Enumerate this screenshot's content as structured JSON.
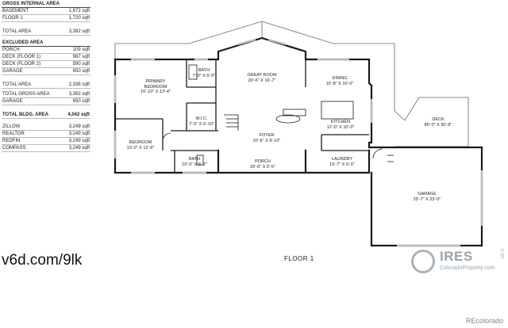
{
  "area_summary": {
    "gross_internal": {
      "heading": "GROSS INTERNAL AREA",
      "rows": [
        {
          "label": "BASEMENT",
          "value": "1,672 sqft"
        },
        {
          "label": "FLOOR 1",
          "value": "1,720 sqft"
        }
      ],
      "total": {
        "label": "TOTAL AREA",
        "value": "3,392 sqft"
      }
    },
    "excluded": {
      "heading": "EXCLUDED AREA",
      "rows": [
        {
          "label": "PORCH",
          "value": "109 sqft"
        },
        {
          "label": "DECK (FLOOR 1)",
          "value": "987 sqft"
        },
        {
          "label": "DECK (FLOOR 2)",
          "value": "590 sqft"
        },
        {
          "label": "GARAGE",
          "value": "650 sqft"
        }
      ],
      "total": {
        "label": "TOTAL AREA",
        "value": "2,336 sqft"
      }
    },
    "totals": {
      "rows": [
        {
          "label": "TOTAL GROSS AREA",
          "value": "3,392 sqft"
        },
        {
          "label": "GARAGE",
          "value": "650 sqft"
        }
      ],
      "total": {
        "label": "TOTAL BLDG. AREA",
        "value": "4,042 sqft"
      }
    },
    "listings": {
      "rows": [
        {
          "label": "ZILLOW",
          "value": "3,249 sqft"
        },
        {
          "label": "REALTOR",
          "value": "3,249 sqft"
        },
        {
          "label": "REDFIN",
          "value": "3,249 sqft"
        },
        {
          "label": "COMPASS",
          "value": "3,249 sqft"
        }
      ]
    }
  },
  "rooms": {
    "great_room": {
      "name": "GREAT ROOM",
      "dims": "20'-6\" X 16'-7\""
    },
    "dining": {
      "name": "DINING",
      "dims": "15'-8\" X 10'-0\""
    },
    "primary_bedroom": {
      "name": "PRIMARY\nBEDROOM",
      "line1": "PRIMARY",
      "line2": "BEDROOM",
      "dims": "16'-10\" X 13'-4\""
    },
    "bath_top": {
      "name": "BATH",
      "dims": "7'-0\" X 5'-0\""
    },
    "wic": {
      "name": "W.I.C.",
      "dims": "7'-0\" X 5'-10\""
    },
    "kitchen": {
      "name": "KITCHEN",
      "dims": "12'-0\" X 10'-0\""
    },
    "foyer": {
      "name": "FOYER",
      "dims": "20'-6\" X 9'-10\""
    },
    "bedroom": {
      "name": "BEDROOM",
      "dims": "13'-0\" X 12'-6\""
    },
    "bath_bottom": {
      "name": "BATH",
      "dims": "10'-0\" X 5'-2\""
    },
    "porch": {
      "name": "PORCH",
      "dims": "20'-0\" X 5'-5\""
    },
    "laundry": {
      "name": "LAUNDRY",
      "dims": "15'-7\" X 6'-0\""
    },
    "deck": {
      "name": "DECK",
      "dims": "85'-0\" X 30'-8\""
    },
    "garage": {
      "name": "GARAGE",
      "dims": "25'-7\" X 23'-0\""
    }
  },
  "site_url": "v6d.com/9lk",
  "floor_label": "FLOOR 1",
  "logo": {
    "ires": "IRES",
    "sub": "ColoradoProperty.com",
    "mls": "MLS"
  },
  "credit": "REcolorado",
  "colors": {
    "wall": "#1a1a1a",
    "window": "#bcbcbc",
    "deck_line": "#555555"
  }
}
